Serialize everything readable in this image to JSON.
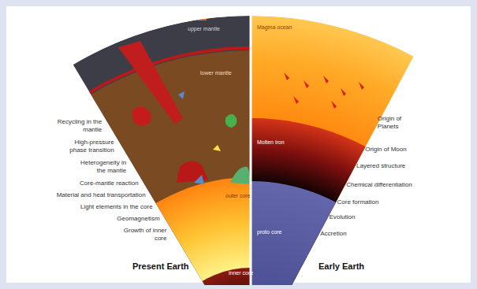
{
  "diagram": {
    "nodes": [
      {
        "text": [
          "upper mantle"
        ]
      },
      {
        "text": [
          "lower mantle"
        ]
      },
      {
        "text": [
          "outer core"
        ]
      },
      {
        "text": [
          "inner core"
        ]
      },
      {
        "text": [
          "Magma ocean"
        ]
      },
      {
        "text": [
          "Molten iron"
        ]
      },
      {
        "text": [
          "proto core"
        ]
      }
    ],
    "labels": [
      "Recycling in the mantle",
      "High-pressure phase transition",
      "Heterogeneity in the mantle",
      "Core-mantle reaction",
      "Material and heat transportation",
      "Light elements in the core",
      "Geomagnetism",
      "Growth of inner core",
      "Origin of Planets",
      "Origin of Moon",
      "Layered structure",
      "Chemical differentiation",
      "Core formation",
      "Evolution",
      "Accretion",
      "Present Earth",
      "Early Earth"
    ]
  }
}
